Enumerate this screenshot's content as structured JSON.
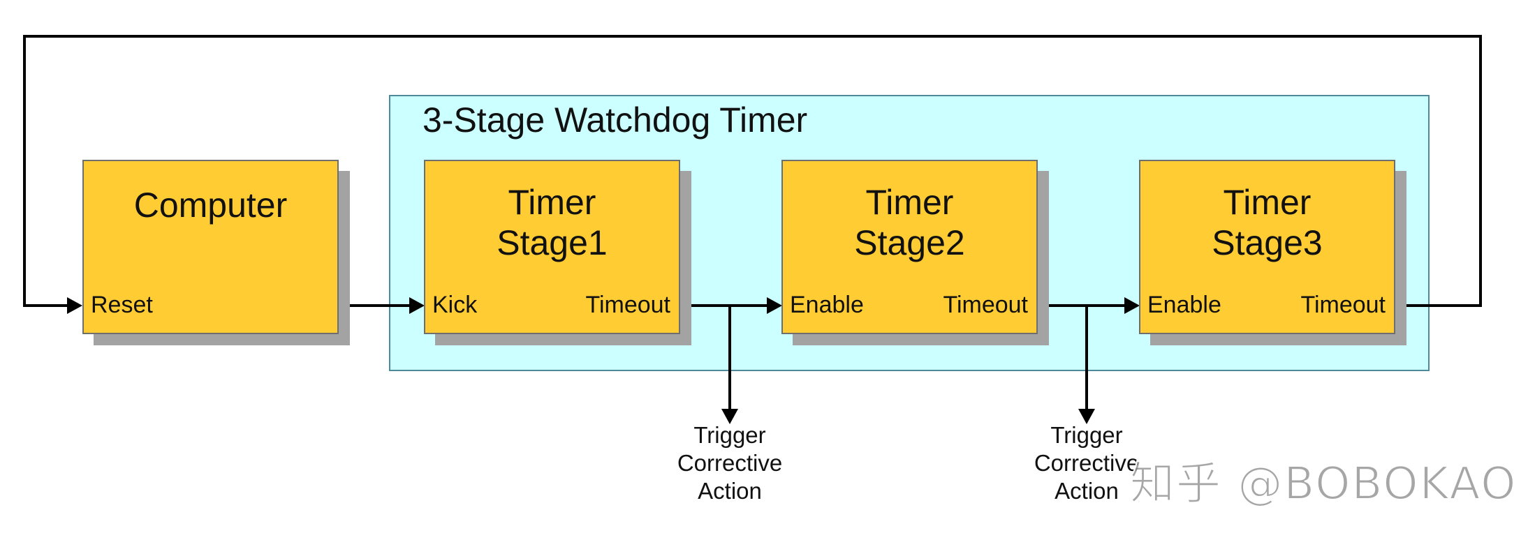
{
  "diagram": {
    "group": {
      "title": "3-Stage Watchdog Timer"
    },
    "blocks": [
      {
        "id": "computer",
        "title_line1": "Computer",
        "title_line2": "",
        "input": "Reset",
        "output": ""
      },
      {
        "id": "stage1",
        "title_line1": "Timer",
        "title_line2": "Stage1",
        "input": "Kick",
        "output": "Timeout"
      },
      {
        "id": "stage2",
        "title_line1": "Timer",
        "title_line2": "Stage2",
        "input": "Enable",
        "output": "Timeout"
      },
      {
        "id": "stage3",
        "title_line1": "Timer",
        "title_line2": "Stage3",
        "input": "Enable",
        "output": "Timeout"
      }
    ],
    "actions": [
      {
        "line1": "Trigger",
        "line2": "Corrective",
        "line3": "Action"
      },
      {
        "line1": "Trigger",
        "line2": "Corrective",
        "line3": "Action"
      }
    ],
    "connections": [
      {
        "from": "computer",
        "to": "stage1"
      },
      {
        "from": "stage1",
        "to": "stage2"
      },
      {
        "from": "stage2",
        "to": "stage3"
      },
      {
        "from": "stage1",
        "to": "action1"
      },
      {
        "from": "stage2",
        "to": "action2"
      },
      {
        "from": "stage3",
        "to": "computer"
      }
    ],
    "colors": {
      "block_fill": "#ffcc33",
      "group_fill": "#ccffff",
      "shadow": "#a3a3a3",
      "wire": "#000000"
    }
  },
  "watermark": "知乎 @BOBOKAO"
}
